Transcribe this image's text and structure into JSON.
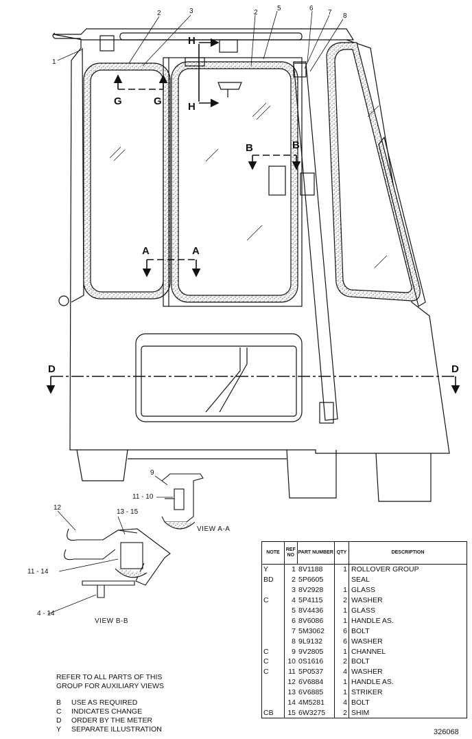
{
  "callouts": {
    "c1": "1",
    "c2a": "2",
    "c2b": "2",
    "c3": "3",
    "c5": "5",
    "c6": "6",
    "c7": "7",
    "c8": "8",
    "c9": "9",
    "c11_10": "11 - 10",
    "c12": "12",
    "c13_15": "13 - 15",
    "c11_14": "11   - 14",
    "c4_14": "4   - 14"
  },
  "sections": {
    "g_left": "G",
    "g_right": "G",
    "h_top": "H",
    "h_bottom": "H",
    "b_left": "B",
    "b_right": "B",
    "a_left": "A",
    "a_right": "A",
    "d_left": "D",
    "d_right": "D"
  },
  "views": {
    "view_aa": "VIEW  A-A",
    "view_bb": "VIEW  B-B"
  },
  "parts_table": {
    "headers": {
      "note": "NOTE",
      "ref": "REF NO",
      "part": "PART NUMBER",
      "qty": "QTY",
      "desc": "DESCRIPTION"
    },
    "rows": [
      {
        "note": "Y",
        "ref": "1",
        "part": "8V1188",
        "qty": "1",
        "desc": "ROLLOVER  GROUP"
      },
      {
        "note": "BD",
        "ref": "2",
        "part": "5P6605",
        "qty": "",
        "desc": "SEAL"
      },
      {
        "note": "",
        "ref": "3",
        "part": "8V2928",
        "qty": "1",
        "desc": "GLASS"
      },
      {
        "note": "C",
        "ref": "4",
        "part": "5P4115",
        "qty": "2",
        "desc": "WASHER"
      },
      {
        "note": "",
        "ref": "5",
        "part": "8V4436",
        "qty": "1",
        "desc": "GLASS"
      },
      {
        "note": "",
        "ref": "6",
        "part": "8V6086",
        "qty": "1",
        "desc": "HANDLE AS."
      },
      {
        "note": "",
        "ref": "7",
        "part": "5M3062",
        "qty": "6",
        "desc": "BOLT"
      },
      {
        "note": "",
        "ref": "8",
        "part": "9L9132",
        "qty": "6",
        "desc": "WASHER"
      },
      {
        "note": "C",
        "ref": "9",
        "part": "9V2805",
        "qty": "1",
        "desc": "CHANNEL"
      },
      {
        "note": "C",
        "ref": "10",
        "part": "0S1616",
        "qty": "2",
        "desc": "BOLT"
      },
      {
        "note": "C",
        "ref": "11",
        "part": "5P0537",
        "qty": "4",
        "desc": "WASHER"
      },
      {
        "note": "",
        "ref": "12",
        "part": "6V6884",
        "qty": "1",
        "desc": "HANDLE AS."
      },
      {
        "note": "",
        "ref": "13",
        "part": "6V6885",
        "qty": "1",
        "desc": "STRIKER"
      },
      {
        "note": "",
        "ref": "14",
        "part": "4M5281",
        "qty": "4",
        "desc": "BOLT"
      },
      {
        "note": "CB",
        "ref": "15",
        "part": "6W3275",
        "qty": "2",
        "desc": "SHIM"
      }
    ]
  },
  "notes": {
    "intro": "REFER TO ALL PARTS OF THIS GROUP FOR AUXILIARY VIEWS",
    "items": [
      {
        "code": "B",
        "text": "USE AS REQUIRED"
      },
      {
        "code": "C",
        "text": "INDICATES CHANGE"
      },
      {
        "code": "D",
        "text": "ORDER BY THE METER"
      },
      {
        "code": "Y",
        "text": "SEPARATE ILLUSTRATION"
      }
    ]
  },
  "illustration_number": "326068"
}
